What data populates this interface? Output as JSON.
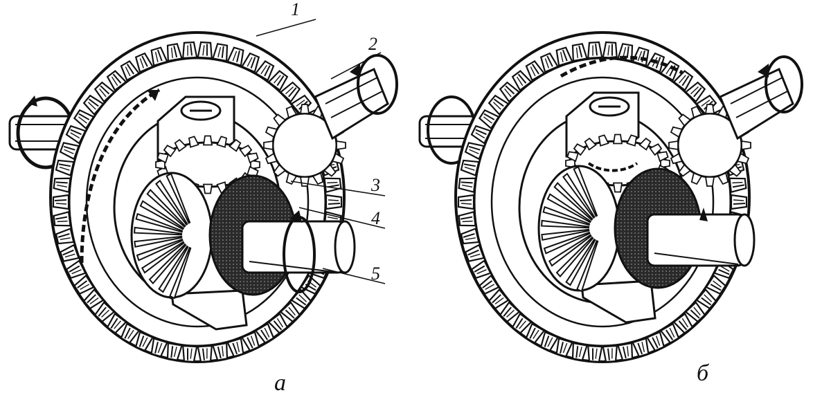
{
  "figure": {
    "callouts": [
      "1",
      "2",
      "3",
      "4",
      "5"
    ],
    "captions": {
      "left": "а",
      "right": "б"
    },
    "ink_color": "#111111",
    "paper_color": "#ffffff"
  }
}
